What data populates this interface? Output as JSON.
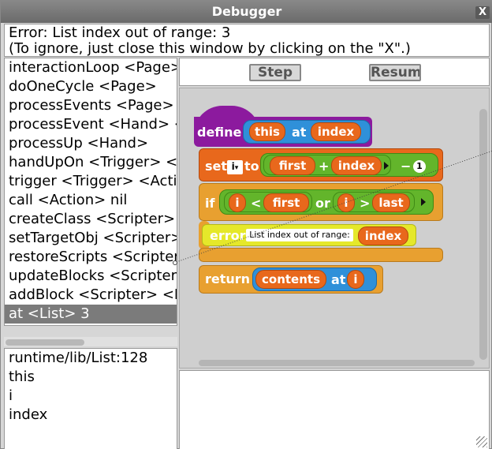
{
  "window": {
    "title": "Debugger",
    "close_label": "X"
  },
  "error": {
    "line1": "Error: List index out of range: 3",
    "line2": "(To ignore, just close this window by clicking on the \"X\".)"
  },
  "stack": [
    "interactionLoop <Page>",
    "doOneCycle <Page>",
    "processEvents <Page>",
    "processEvent <Hand> <",
    "processUp <Hand>",
    "handUpOn <Trigger> <H",
    "trigger <Trigger> <Action",
    "call <Action> nil",
    "createClass <Scripter> n",
    "setTargetObj <Scripter>",
    "restoreScripts <Scripter>",
    "updateBlocks <Scripter>",
    "addBlock <Scripter> <Bl",
    "at <List> 3"
  ],
  "selected_index": 13,
  "variables": [
    "runtime/lib/List:128",
    "this",
    "i",
    "index"
  ],
  "toolbar": {
    "step_label": "Step",
    "resume_label": "Resume"
  },
  "script": {
    "define_label": "define",
    "this_label": "this",
    "at_label": "at",
    "index_label": "index",
    "set_label": "set",
    "var_i": "i",
    "to_label": "to",
    "first_label": "first",
    "plus_label": "+",
    "minus_label": "−",
    "one_label": "1",
    "if_label": "if",
    "lt_label": "<",
    "or_label": "or",
    "gt_label": ">",
    "last_label": "last",
    "error_label": "error",
    "error_msg": "List index out of range:",
    "return_label": "return",
    "contents_label": "contents"
  },
  "colors": {
    "define_hat": "#8c1a9e",
    "control": "#e8a030",
    "variables": "#e8681c",
    "operators": "#63b52b",
    "lists": "#2f90d9",
    "error_block": "#e5e82a"
  }
}
